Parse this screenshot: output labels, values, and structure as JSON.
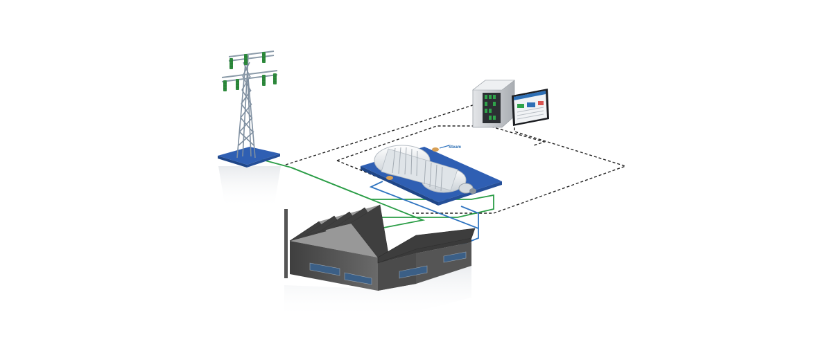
{
  "diagram": {
    "labels": {
      "steam": "Steam"
    },
    "colors": {
      "grid_line": "#2a9d46",
      "steam_line": "#2f74c0",
      "control_line": "#222222",
      "platform_blue": "#2f5fb3",
      "building_dark": "#4a4a4a",
      "roof": "#3a3a3a",
      "window_blue": "#3b5f86",
      "turbine_white": "#e8ecef",
      "tower_gray": "#8a9aa8",
      "insulator_green": "#2d8a3c",
      "controller_gray": "#c9ccd0"
    },
    "components": {
      "tower": "transmission-tower",
      "turbine": "steam-turbine",
      "factory": "industrial-plant",
      "controller": "control-cabinet",
      "hmi": "hmi-display"
    }
  }
}
